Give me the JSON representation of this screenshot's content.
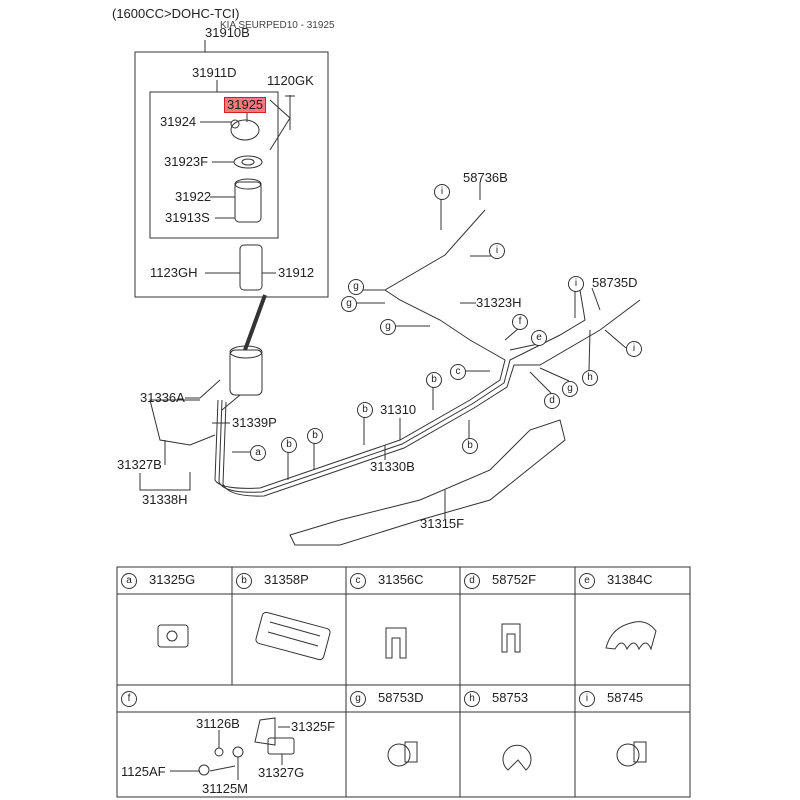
{
  "header": {
    "engine": "(1600CC>DOHC-TCI)",
    "watermark": "KIA SEURPED10 - 31925"
  },
  "labels": {
    "assy": "31910B",
    "sub_assy": "31911D",
    "bolt_top": "1120GK",
    "highlight": "31925",
    "p31924": "31924",
    "p31923F": "31923F",
    "p31922": "31922",
    "p31913S": "31913S",
    "p1123GH": "1123GH",
    "p31912": "31912",
    "p58736B": "58736B",
    "p58735D": "58735D",
    "p31323H": "31323H",
    "p31336A": "31336A",
    "p31339P": "31339P",
    "p31310": "31310",
    "p31327B": "31327B",
    "p31330B": "31330B",
    "p31338H": "31338H",
    "p31315F": "31315F"
  },
  "callouts": [
    "i",
    "i",
    "g",
    "g",
    "g",
    "f",
    "e",
    "c",
    "b",
    "b",
    "b",
    "b",
    "a",
    "b",
    "d",
    "g",
    "h",
    "i",
    "i"
  ],
  "highlight_color": "#f47a7a",
  "table": {
    "row1": [
      {
        "key": "a",
        "part": "31325G"
      },
      {
        "key": "b",
        "part": "31358P"
      },
      {
        "key": "c",
        "part": "31356C"
      },
      {
        "key": "d",
        "part": "58752F"
      },
      {
        "key": "e",
        "part": "31384C"
      }
    ],
    "row2": [
      {
        "key": "f",
        "part": ""
      },
      {
        "key": "g",
        "part": "58753D"
      },
      {
        "key": "h",
        "part": "58753"
      },
      {
        "key": "i",
        "part": "58745"
      }
    ],
    "f_parts": {
      "a": "31126B",
      "b": "31325F",
      "c": "1125AF",
      "d": "31327G",
      "e": "31125M"
    }
  }
}
